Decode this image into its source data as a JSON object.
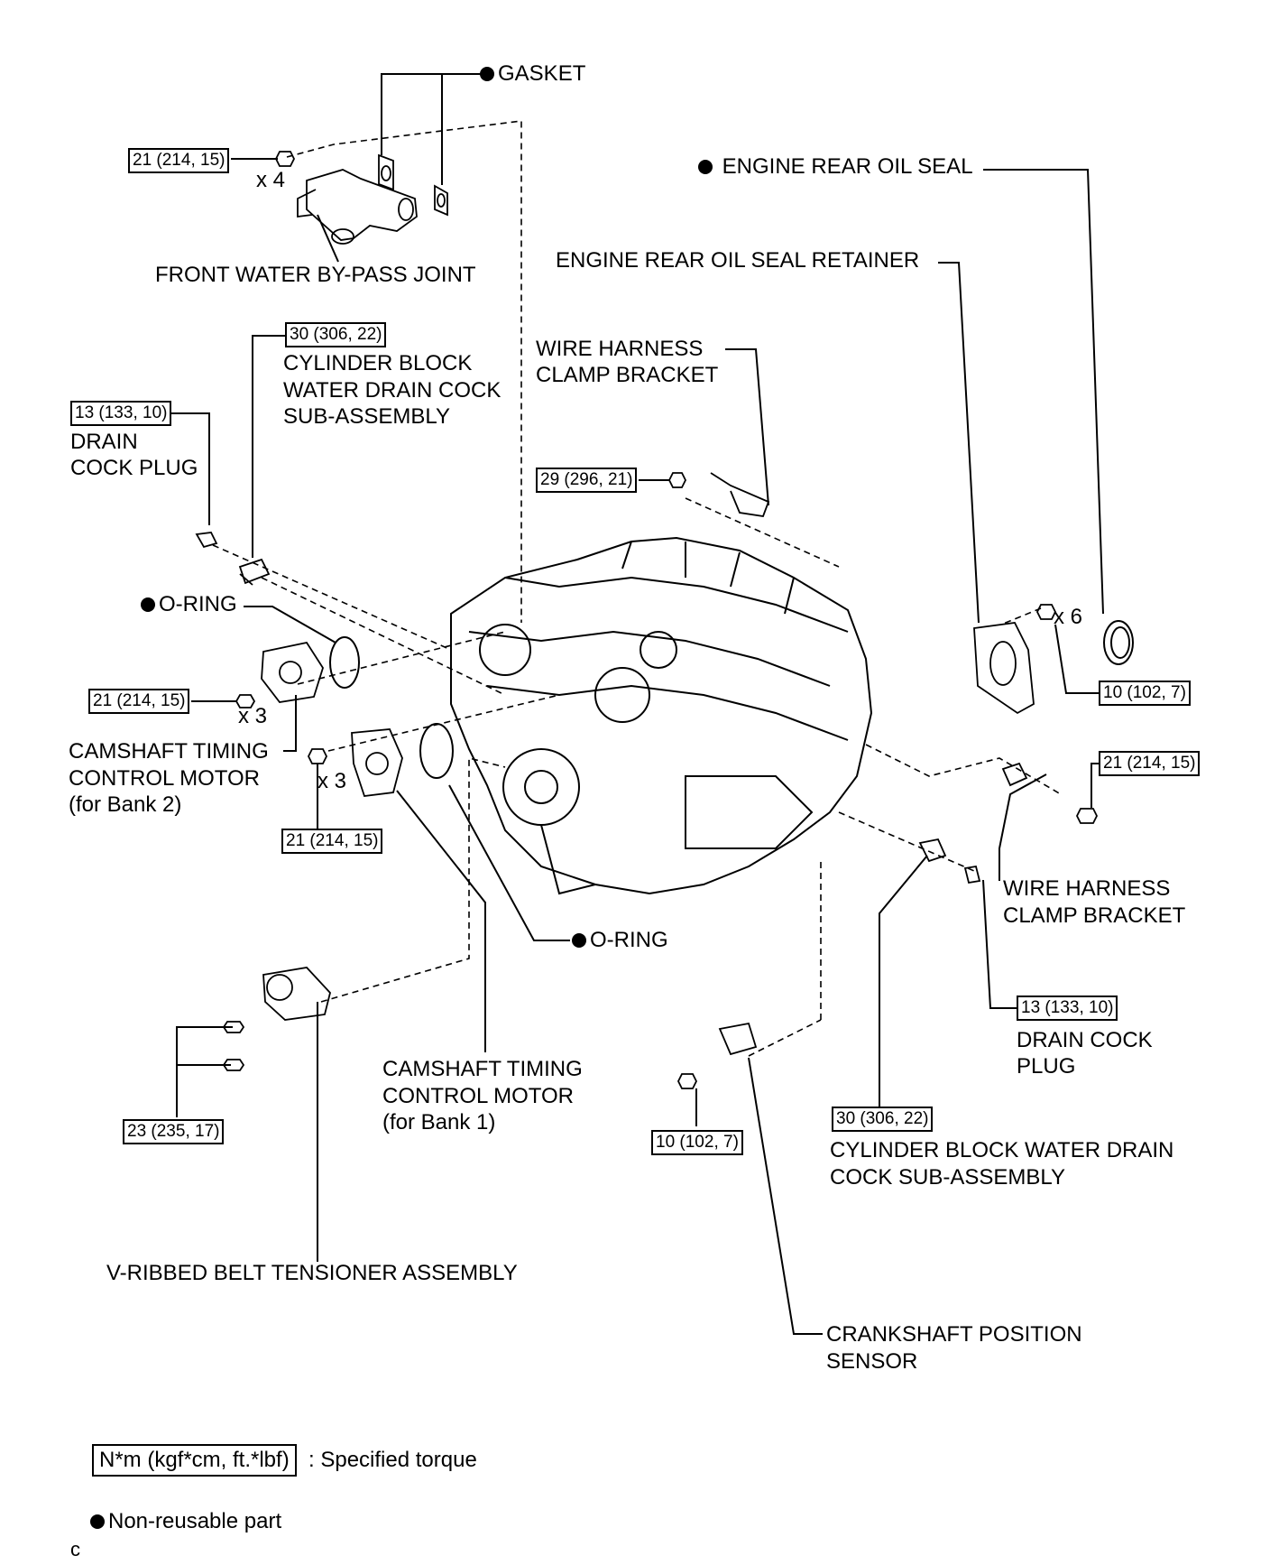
{
  "labels": {
    "gasket": "GASKET",
    "engine_rear_oil_seal": "ENGINE REAR OIL SEAL",
    "engine_rear_oil_seal_retainer": "ENGINE REAR OIL SEAL RETAINER",
    "front_water_bypass_joint": "FRONT WATER BY-PASS JOINT",
    "cyl_block_drain_cock_left_1": "CYLINDER BLOCK",
    "cyl_block_drain_cock_left_2": "WATER DRAIN COCK",
    "cyl_block_drain_cock_left_3": "SUB-ASSEMBLY",
    "wire_harness_top_1": "WIRE HARNESS",
    "wire_harness_top_2": "CLAMP BRACKET",
    "drain_cock_plug_left_1": "DRAIN",
    "drain_cock_plug_left_2": "COCK PLUG",
    "o_ring_upper": "O-RING",
    "cam_motor_bank2_1": "CAMSHAFT TIMING",
    "cam_motor_bank2_2": "CONTROL MOTOR",
    "cam_motor_bank2_3": "(for Bank 2)",
    "wire_harness_right_1": "WIRE HARNESS",
    "wire_harness_right_2": "CLAMP BRACKET",
    "o_ring_lower": "O-RING",
    "drain_cock_plug_right_1": "DRAIN COCK",
    "drain_cock_plug_right_2": "PLUG",
    "cam_motor_bank1_1": "CAMSHAFT TIMING",
    "cam_motor_bank1_2": "CONTROL MOTOR",
    "cam_motor_bank1_3": "(for Bank 1)",
    "cyl_block_drain_cock_right_1": "CYLINDER BLOCK WATER DRAIN",
    "cyl_block_drain_cock_right_2": "COCK SUB-ASSEMBLY",
    "v_ribbed_belt_tensioner": "V-RIBBED BELT TENSIONER ASSEMBLY",
    "crankshaft_sensor_1": "CRANKSHAFT POSITION",
    "crankshaft_sensor_2": "SENSOR"
  },
  "torques": {
    "water_bypass": "21 (214, 15)",
    "drain_cock_left": "30 (306, 22)",
    "drain_plug_left": "13 (133, 10)",
    "wire_harness_top": "29 (296, 21)",
    "cam_bank2": "21 (214, 15)",
    "oil_seal_retainer": "10 (102, 7)",
    "wire_harness_right": "21 (214, 15)",
    "cam_bank1": "21 (214, 15)",
    "drain_plug_right": "13 (133, 10)",
    "tensioner": "23 (235, 17)",
    "crank_sensor": "10 (102, 7)",
    "drain_cock_right": "30 (306, 22)"
  },
  "multipliers": {
    "water_bypass": "x 4",
    "oil_seal_retainer": "x 6",
    "cam_bank2": "x 3",
    "cam_bank1": "x 3"
  },
  "legend": {
    "torque_unit": "N*m (kgf*cm, ft.*lbf)",
    "torque_desc": ": Specified torque",
    "non_reusable": "Non-reusable part"
  },
  "footer_code": "c",
  "colors": {
    "ink": "#000000",
    "background": "#ffffff"
  }
}
